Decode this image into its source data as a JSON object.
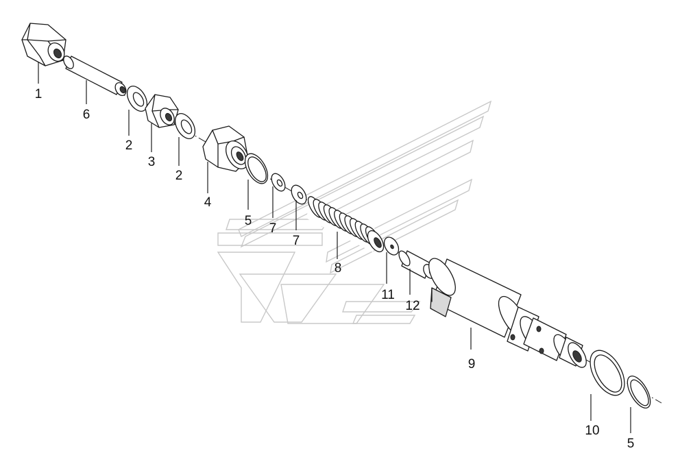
{
  "diagram": {
    "type": "exploded-parts-view",
    "callouts": [
      {
        "id": "c1",
        "label": "1"
      },
      {
        "id": "c6",
        "label": "6"
      },
      {
        "id": "c2a",
        "label": "2"
      },
      {
        "id": "c3",
        "label": "3"
      },
      {
        "id": "c2b",
        "label": "2"
      },
      {
        "id": "c4",
        "label": "4"
      },
      {
        "id": "c5a",
        "label": "5"
      },
      {
        "id": "c7a",
        "label": "7"
      },
      {
        "id": "c7b",
        "label": "7"
      },
      {
        "id": "c8",
        "label": "8"
      },
      {
        "id": "c11",
        "label": "11"
      },
      {
        "id": "c12",
        "label": "12"
      },
      {
        "id": "c9",
        "label": "9"
      },
      {
        "id": "c10",
        "label": "10"
      },
      {
        "id": "c5b",
        "label": "5"
      }
    ]
  }
}
